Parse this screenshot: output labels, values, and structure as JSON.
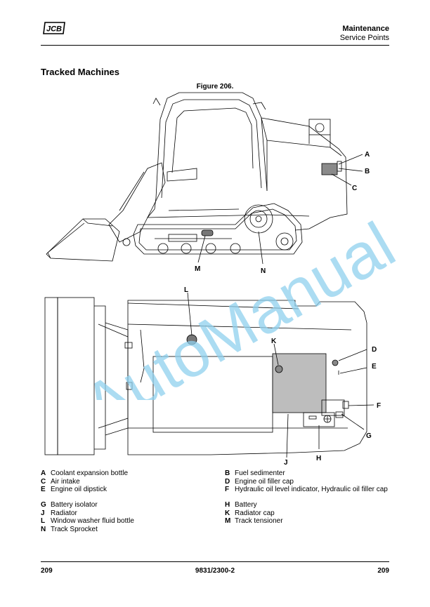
{
  "header": {
    "title": "Maintenance",
    "subtitle": "Service Points",
    "logo": "JCB"
  },
  "section_title": "Tracked Machines",
  "figure_title": "Figure 206.",
  "callouts": {
    "A": "A",
    "B": "B",
    "C": "C",
    "D": "D",
    "E": "E",
    "F": "F",
    "G": "G",
    "H": "H",
    "J": "J",
    "K": "K",
    "L": "L",
    "M": "M",
    "N": "N"
  },
  "legend_left": [
    {
      "key": "A",
      "text": "Coolant expansion bottle"
    },
    {
      "key": "C",
      "text": "Air intake"
    },
    {
      "key": "E",
      "text": "Engine oil dipstick"
    },
    {
      "key": "G",
      "text": "Battery isolator"
    },
    {
      "key": "J",
      "text": "Radiator"
    },
    {
      "key": "L",
      "text": "Window washer fluid bottle"
    },
    {
      "key": "N",
      "text": "Track Sprocket"
    }
  ],
  "legend_right": [
    {
      "key": "B",
      "text": "Fuel sedimenter"
    },
    {
      "key": "D",
      "text": "Engine oil filler cap"
    },
    {
      "key": "F",
      "text": "Hydraulic oil level indicator, Hydraulic oil filler cap"
    },
    {
      "key": "H",
      "text": "Battery"
    },
    {
      "key": "K",
      "text": "Radiator cap"
    },
    {
      "key": "M",
      "text": "Track tensioner"
    }
  ],
  "footer": {
    "left": "209",
    "center": "9831/2300-2",
    "right": "209"
  },
  "watermark": "AutoManual",
  "colors": {
    "watermark": "#8fd0ee",
    "shade": "#bdbdbd"
  }
}
